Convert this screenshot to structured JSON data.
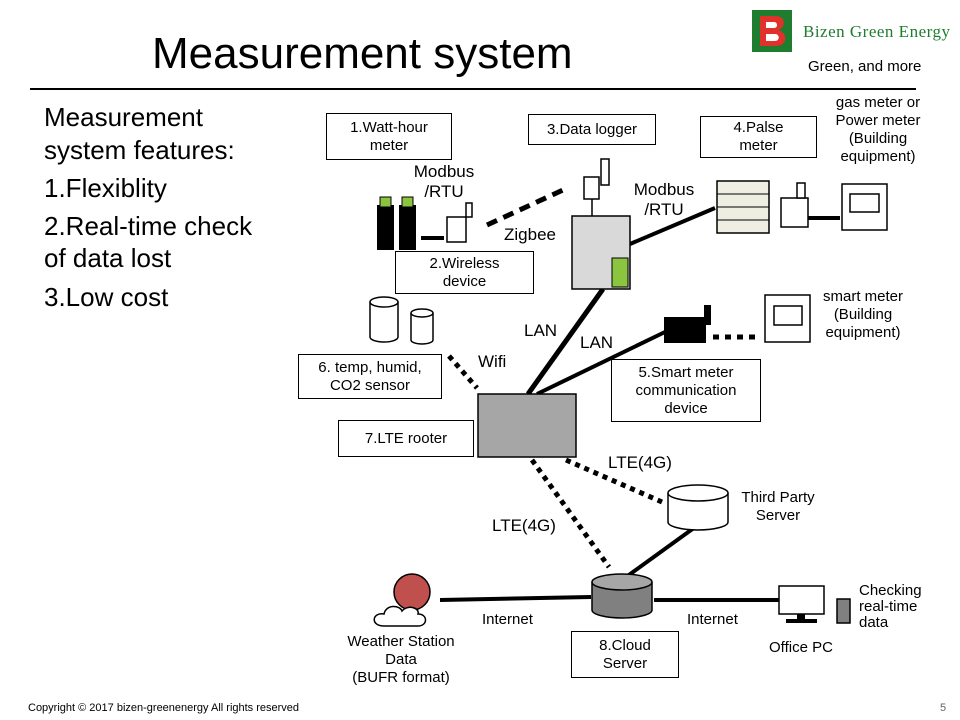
{
  "header": {
    "title": "Measurement system",
    "company_name": "Bizen Green Energy",
    "tagline": "Green, and more"
  },
  "features": {
    "heading_line1": "Measurement",
    "heading_line2": "system features:",
    "item1": "1.Flexiblity",
    "item2_line1": "2.Real-time check",
    "item2_line2": "of data lost",
    "item3": "3.Low cost"
  },
  "boxes": {
    "watt_hour_meter": {
      "line1": "1.Watt-hour",
      "line2": "meter"
    },
    "data_logger": {
      "line1": "3.Data logger"
    },
    "palse_meter": {
      "line1": "4.Palse",
      "line2": "meter"
    },
    "wireless_device": {
      "line1": "2.Wireless",
      "line2": "device"
    },
    "sensor": {
      "line1": "6. temp, humid,",
      "line2": "CO2 sensor"
    },
    "smart_comm": {
      "line1": "5.Smart meter",
      "line2": "communication",
      "line3": "device"
    },
    "lte_router": {
      "line1": "7.LTE rooter"
    },
    "cloud_server": {
      "line1": "8.Cloud",
      "line2": "Server"
    }
  },
  "labels": {
    "gas_meter": {
      "line1": "gas meter or",
      "line2": "Power meter",
      "line3": "(Building",
      "line4": "equipment)"
    },
    "modbus_left": {
      "line1": "Modbus",
      "line2": "/RTU"
    },
    "modbus_right": {
      "line1": "Modbus",
      "line2": "/RTU"
    },
    "zigbee": "Zigbee",
    "smart_meter": {
      "line1": "smart meter",
      "line2": "(Building",
      "line3": "equipment)"
    },
    "lan_left": "LAN",
    "lan_right": "LAN",
    "wifi": "Wifi",
    "lte_upper": "LTE(4G)",
    "lte_lower": "LTE(4G)",
    "third_party": {
      "line1": "Third Party",
      "line2": "Server"
    },
    "weather": {
      "line1": "Weather Station",
      "line2": "Data",
      "line3": "(BUFR format)"
    },
    "internet_left": "Internet",
    "internet_right": "Internet",
    "office_pc": "Office PC",
    "checking": {
      "line1": "Checking",
      "line2": "real-time",
      "line3": "data"
    }
  },
  "footer": {
    "copyright": "Copyright © 2017   bizen-greenenergy   All rights reserved",
    "page_number": "5"
  },
  "colors": {
    "brand_green": "#1e7d2f",
    "logo_red": "#e0312b",
    "led_green": "#8bc53f",
    "router_gray": "#a6a6a6",
    "logger_gray": "#d9d9d9",
    "weather_red": "#c0504d",
    "meter_beige": "#efeee3"
  }
}
